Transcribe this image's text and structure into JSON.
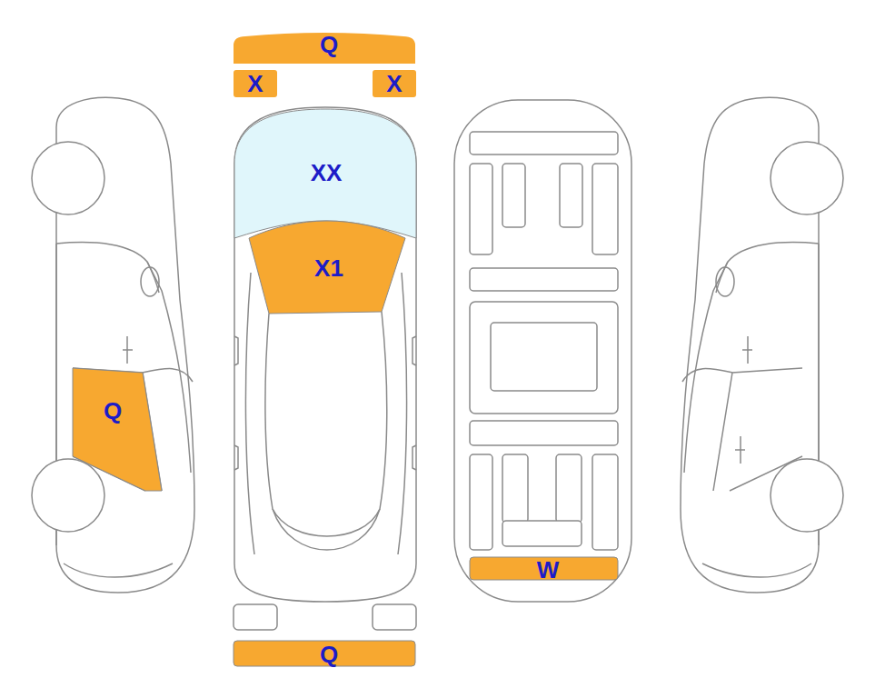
{
  "diagram": {
    "nodes": [
      {
        "text": [
          "Q"
        ]
      },
      {
        "text": [
          "X"
        ]
      },
      {
        "text": [
          "X"
        ]
      },
      {
        "text": [
          "XX"
        ]
      },
      {
        "text": [
          "X1"
        ]
      },
      {
        "text": [
          "Q"
        ]
      },
      {
        "text": [
          "W"
        ]
      },
      {
        "text": [
          "Q"
        ]
      }
    ]
  }
}
